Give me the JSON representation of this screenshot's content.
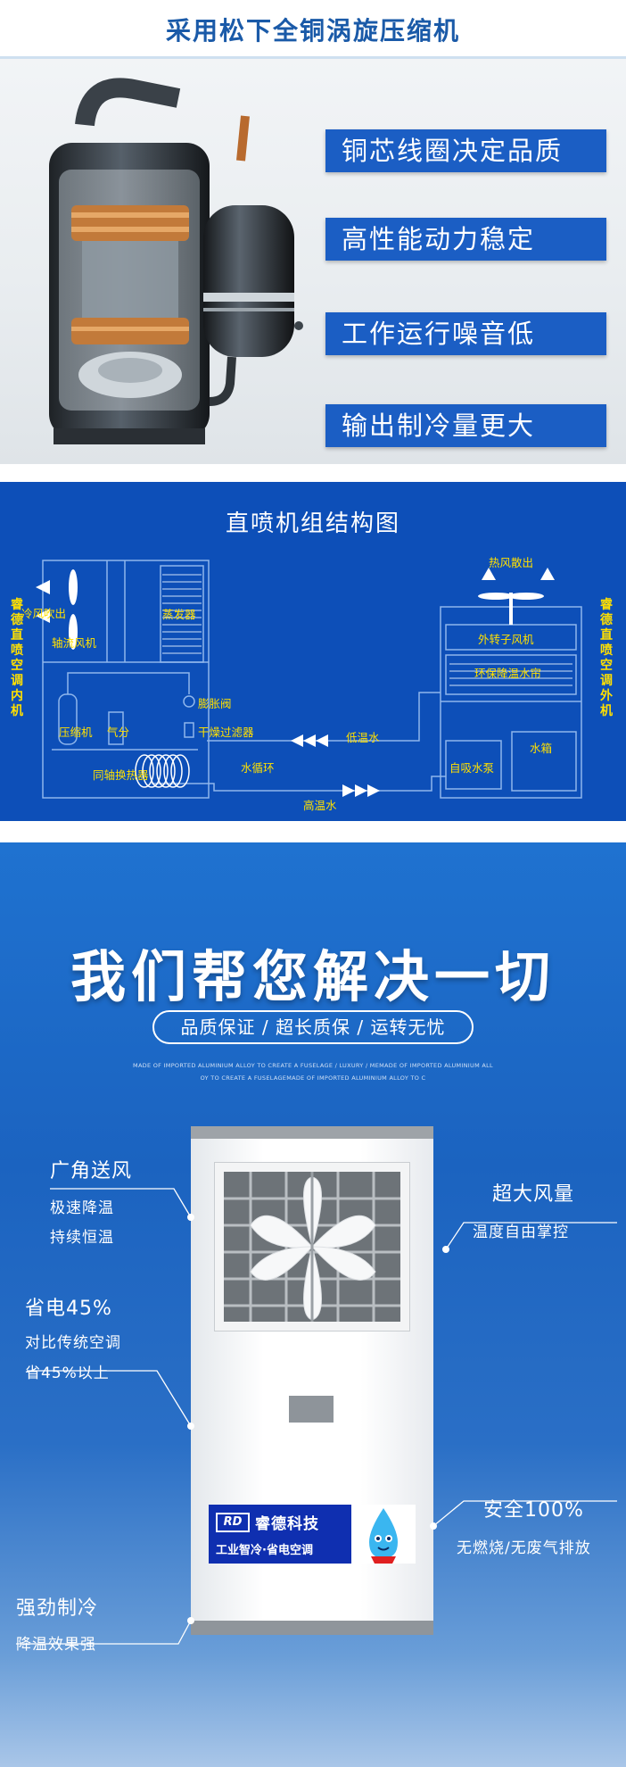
{
  "section1": {
    "title": "采用松下全铜涡旋压缩机",
    "features": [
      "铜芯线圈决定品质",
      "高性能动力稳定",
      "工作运行噪音低",
      "输出制冷量更大"
    ]
  },
  "section2": {
    "title": "直喷机组结构图",
    "indoor_side_label": "睿德直喷空调内机",
    "outdoor_side_label": "睿德直喷空调外机",
    "labels": {
      "cold_air_out": "冷风吹出",
      "axial_fan": "轴流风机",
      "evaporator": "蒸发器",
      "expansion_valve": "膨胀阀",
      "dry_filter": "干燥过滤器",
      "compressor": "压缩机",
      "gas_separator": "气分",
      "coaxial_exchanger": "同轴换热器",
      "water_cycle": "水循环",
      "low_temp_water": "低温水",
      "high_temp_water": "高温水",
      "hot_air_out": "热风散出",
      "outer_fan": "外转子风机",
      "cooling_water_pad": "环保降温水帘",
      "water_tank": "水箱",
      "self_priming_pump": "自吸水泵"
    }
  },
  "section3": {
    "headline": "我们帮您解决一切",
    "pill_text": "品质保证 / 超长质保 / 运转无忧",
    "tiny_line1": "MADE OF IMPORTED ALUMINIUM ALLOY TO CREATE A FUSELAGE / LUXURY / MEMADE OF IMPORTED ALUMINIUM ALL",
    "tiny_line2": "OY TO CREATE A FUSELAGEMADE OF IMPORTED ALUMINIUM ALLOY TO C",
    "brand": {
      "logo": "RD",
      "name": "睿德科技",
      "slogan": "工业智冷·省电空调"
    },
    "callouts": {
      "wide_angle": {
        "title": "广角送风",
        "lines": [
          "极速降温",
          "持续恒温"
        ]
      },
      "big_air": {
        "title": "超大风量",
        "lines": [
          "温度自由掌控"
        ]
      },
      "power_saving": {
        "title": "省电45%",
        "lines": [
          "对比传统空调",
          "省45%以上"
        ]
      },
      "safety": {
        "title": "安全100%",
        "lines": [
          "无燃烧/无废气排放"
        ]
      },
      "strong_cooling": {
        "title": "强劲制冷",
        "lines": [
          "降温效果强"
        ]
      }
    }
  }
}
